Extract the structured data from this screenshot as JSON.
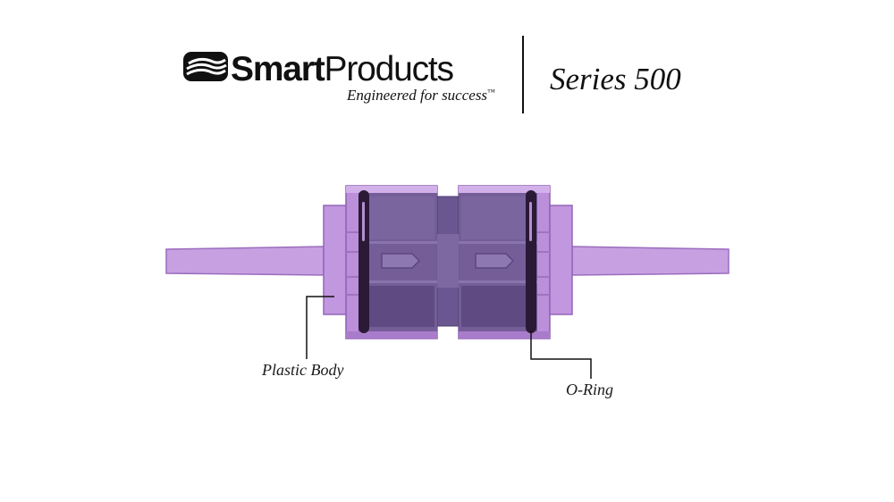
{
  "logo": {
    "brand_bold": "Smart",
    "brand_regular": "Products",
    "tagline": "Engineered for success",
    "trademark": "™",
    "icon": "wave-stripes-logo-icon"
  },
  "series": "Series 500",
  "callouts": {
    "plastic_body": "Plastic Body",
    "o_ring": "O-Ring"
  },
  "colors": {
    "body_light": "#c89ee3",
    "body_mid": "#b98ad9",
    "body_outline": "#8e60b0",
    "chamber": "#6e5790",
    "chamber_dark": "#4f3d6c",
    "o_ring": "#2a1a36",
    "text": "#1a1a1a"
  }
}
